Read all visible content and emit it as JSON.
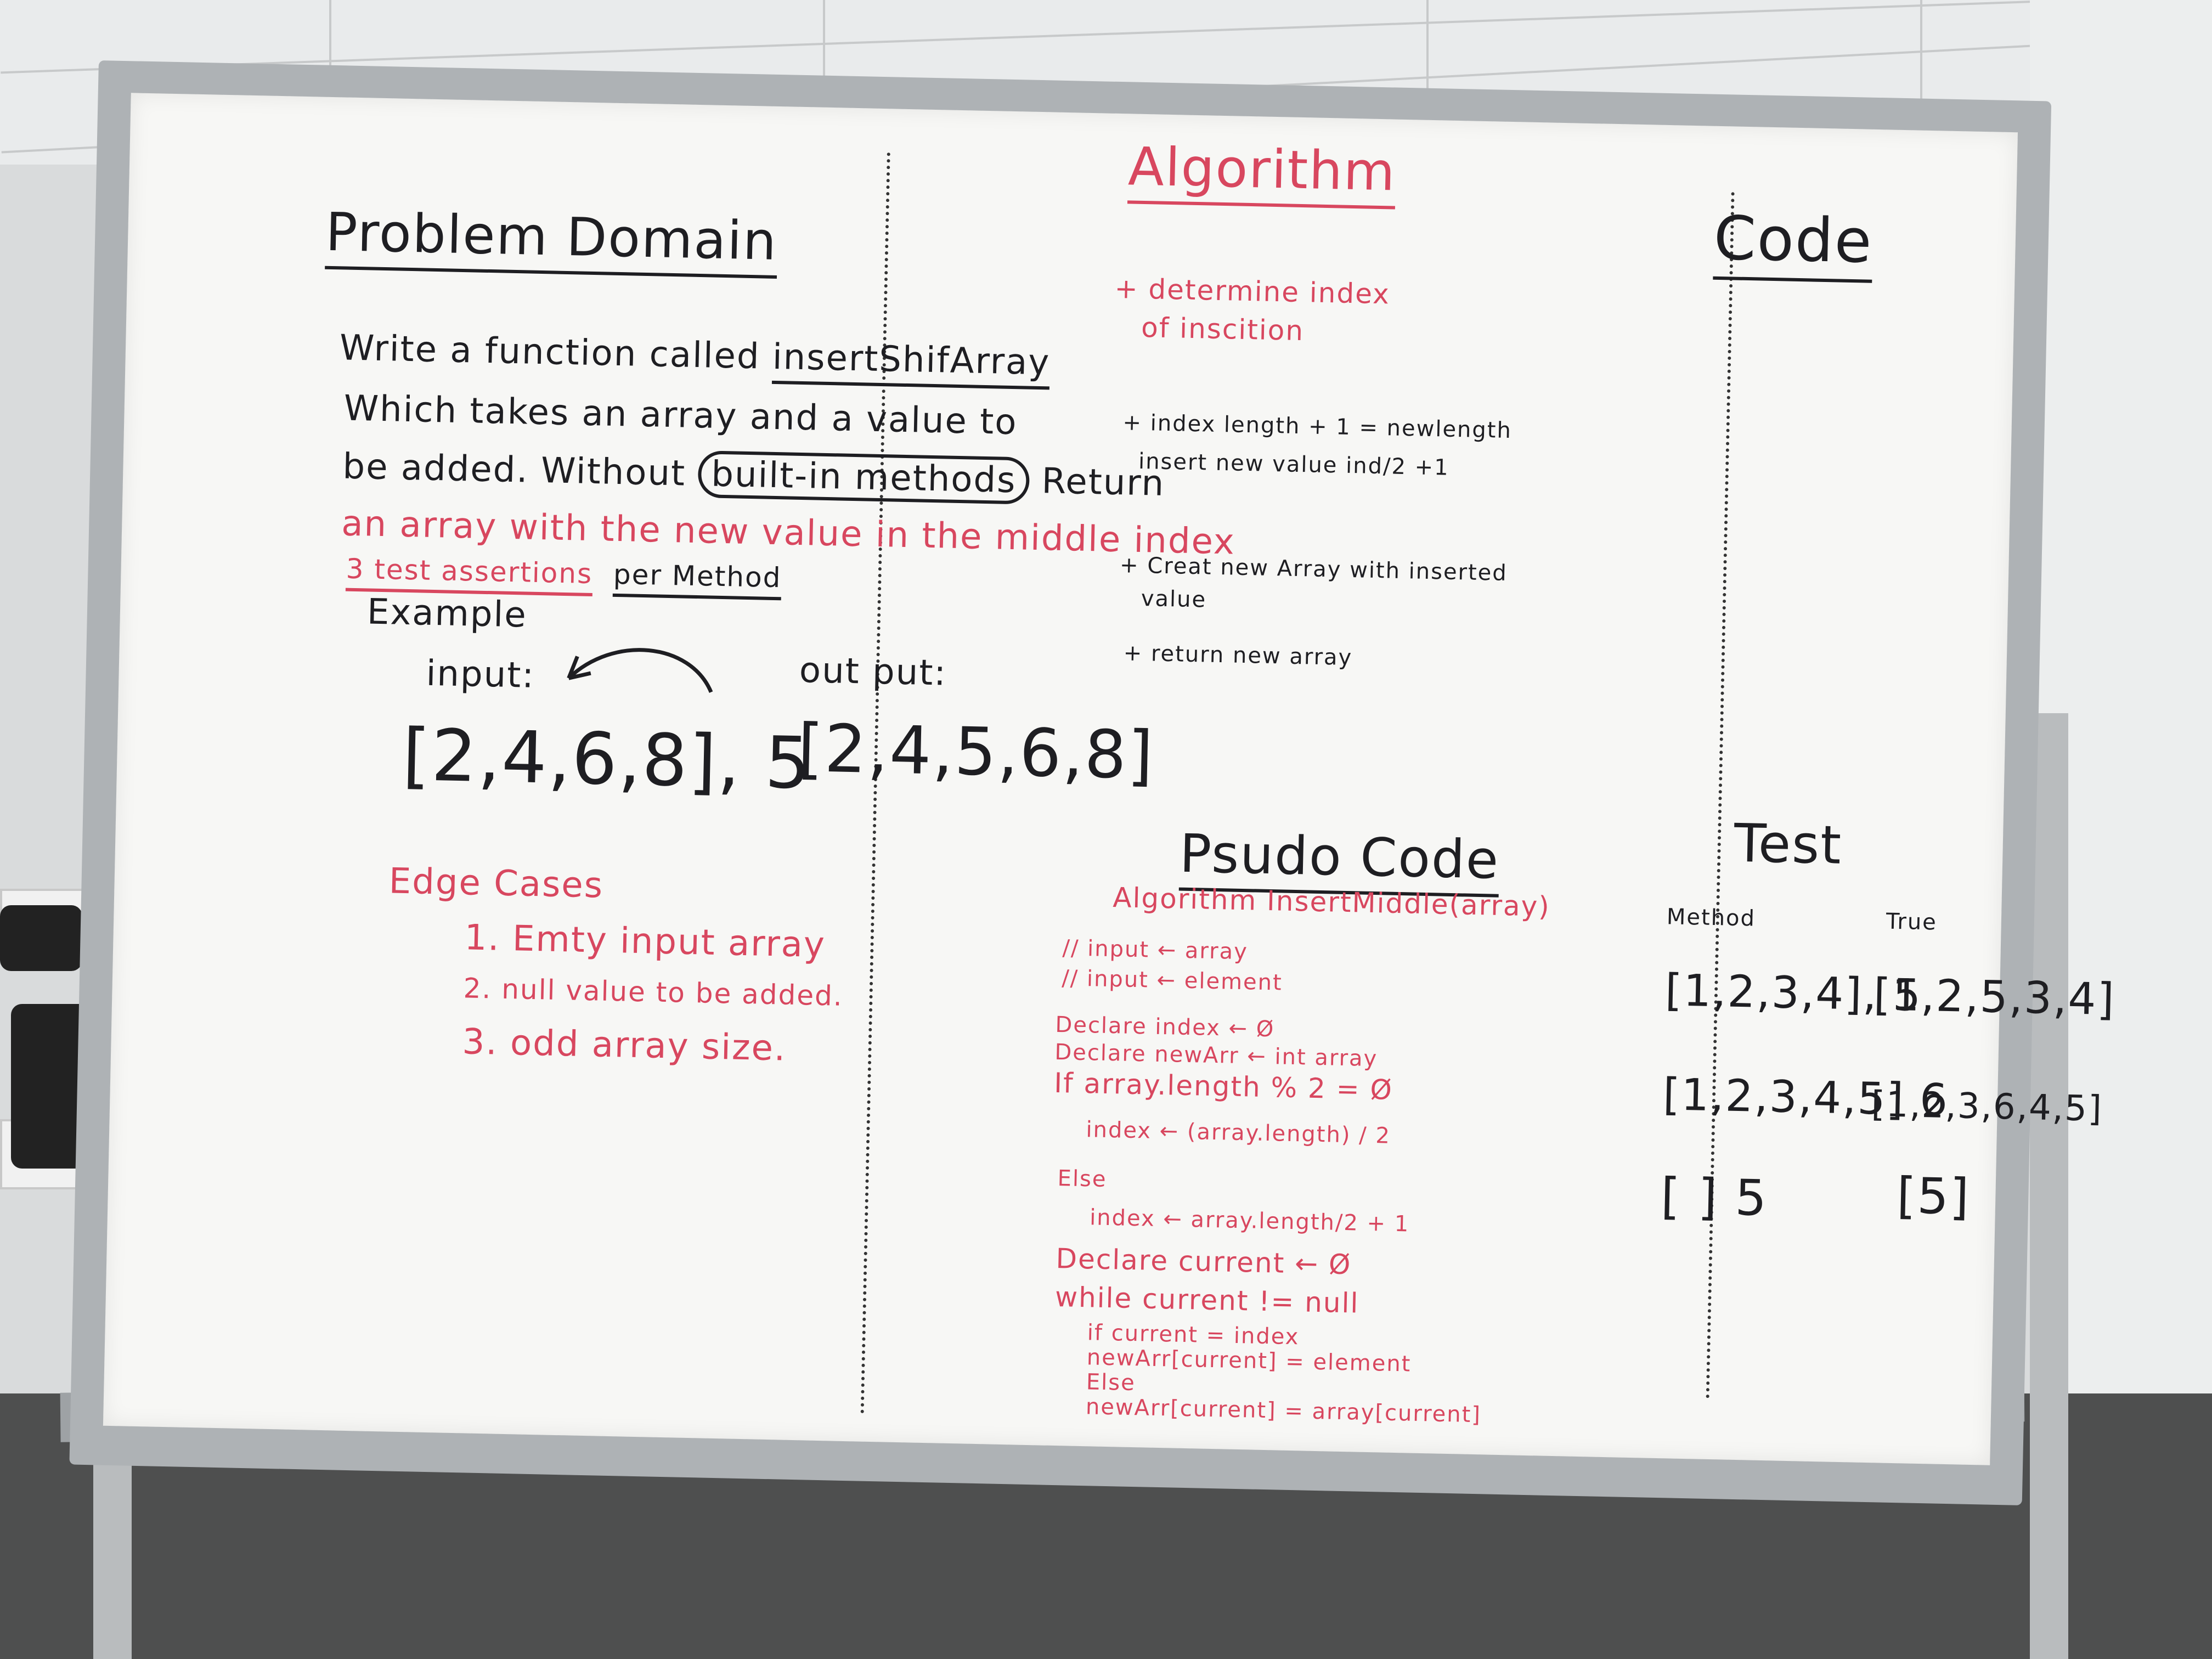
{
  "board": {
    "headings": {
      "problem_domain": "Problem Domain",
      "algorithm": "Algorithm",
      "code": "Code",
      "pseudo_code": "Psudo Code",
      "test": "Test"
    },
    "problem": {
      "line1_prefix": "Write a function called",
      "line1_fn": "insertShifArray",
      "line2": "Which takes an array and a value to",
      "line3_prefix": "be added. Without",
      "line3_circled": "built-in methods",
      "line3_suffix": "Return",
      "line4": "an array with the new value in the middle index",
      "line5_a": "3 test assertions",
      "line5_b": "per Method",
      "example": "Example",
      "input_label": "input:",
      "output_label": "out put:",
      "input_value": "[2,4,6,8], 5",
      "output_value": "[2,4,5,6,8]"
    },
    "edge_cases": {
      "title": "Edge Cases",
      "items": [
        "1. Emty input array",
        "2. null value to be added.",
        "3. odd array size."
      ]
    },
    "algorithm_steps": [
      "+ determine index",
      "of inscition",
      "+ index length + 1 = newlength",
      "insert new value ind/2 +1",
      "+ Creat new Array with inserted",
      "value",
      "+ return new array"
    ],
    "pseudo": {
      "signature": "Algorithm InsertMiddle(array)",
      "lines": [
        "// input ← array",
        "// input ← element",
        "Declare index ← Ø",
        "Declare newArr ← int array",
        "If array.length % 2 = Ø",
        "index ← (array.length) / 2",
        "Else",
        "index ← array.length/2 + 1",
        "Declare current ← Ø",
        "while current != null",
        "if current = index",
        "newArr[current] = element",
        "Else",
        "newArr[current] = array[current]"
      ]
    },
    "tests": {
      "method_label": "Method",
      "true_label": "True",
      "rows": [
        {
          "method": "[1,2,3,4], 5",
          "expected": "[1,2,5,3,4]"
        },
        {
          "method": "[1,2,3,4,5] 6",
          "expected": "[1,2,3,6,4,5]"
        },
        {
          "method": "[ ] 5",
          "expected": "[5]"
        }
      ]
    }
  }
}
